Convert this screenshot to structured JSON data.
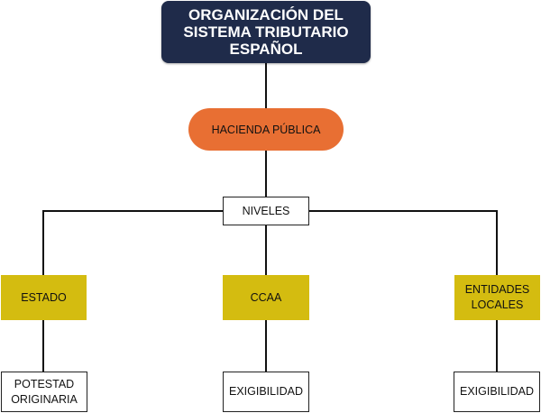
{
  "diagram": {
    "title": "ORGANIZACIÓN DEL SISTEMA TRIBUTARIO ESPAÑOL",
    "root": "HACIENDA PÚBLICA",
    "connector": "NIVELES",
    "levels": [
      {
        "label": "ESTADO",
        "child": "POTESTAD ORIGINARIA"
      },
      {
        "label": "CCAA",
        "child": "EXIGIBILIDAD"
      },
      {
        "label": "ENTIDADES LOCALES",
        "child": "EXIGIBILIDAD"
      }
    ],
    "colors": {
      "title_bg": "#1f2b4a",
      "root_bg": "#e86f33",
      "level_bg": "#d4bc10",
      "leaf_bg": "#ffffff"
    }
  }
}
